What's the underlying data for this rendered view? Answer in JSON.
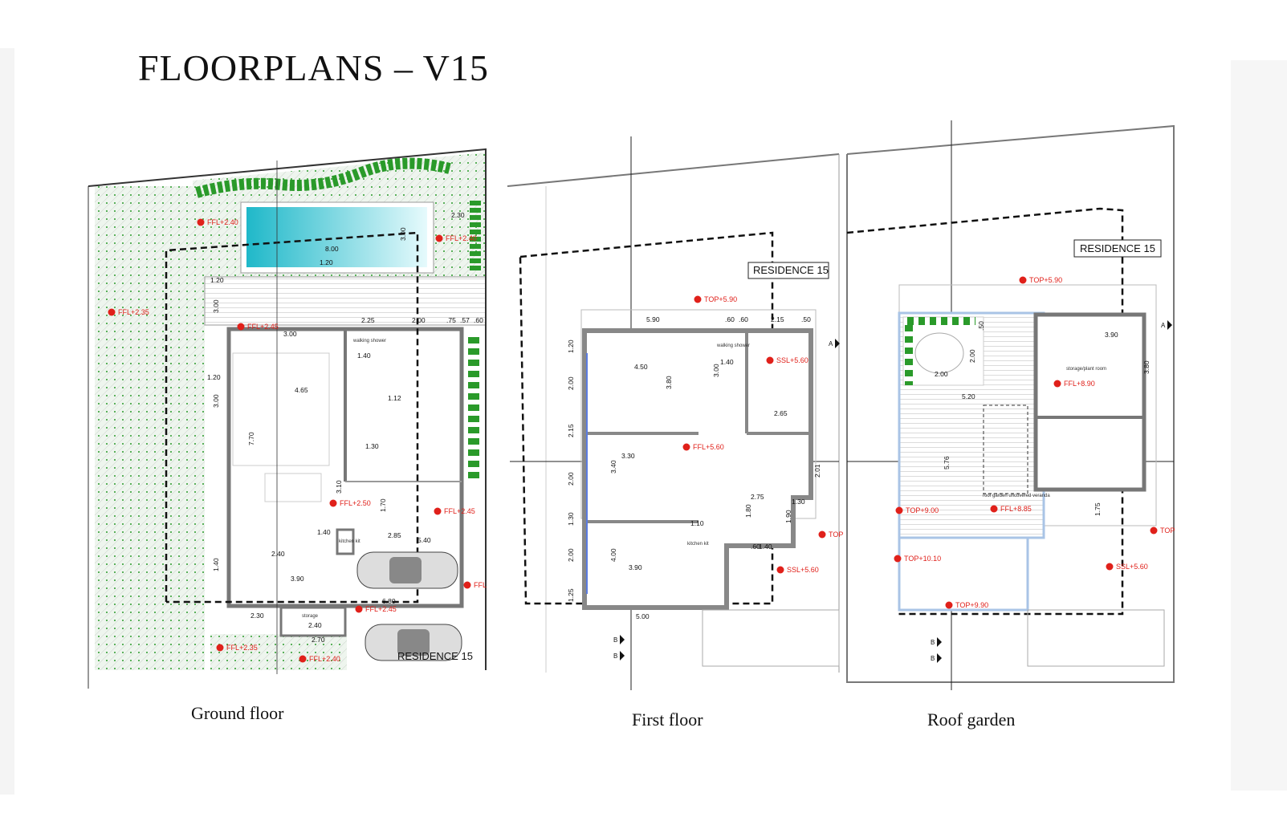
{
  "title": "FLOORPLANS – V15",
  "captions": {
    "ground": "Ground floor",
    "first": "First floor",
    "roof": "Roof garden"
  },
  "colors": {
    "pool": "#1fb8c9",
    "level_marker": "#e0201a",
    "planting": "#2a9a2a",
    "wall": "#999999",
    "glazing": "#5a7be0"
  },
  "ground_floor": {
    "levels": [
      "FFL+2.40",
      "FFL+2.40",
      "FFL+2.35",
      "FFL+2.45",
      "FFL+2.50",
      "FFL+2.45",
      "FFL+2.45",
      "FFL+2.35",
      "FFL+2.40",
      "FFL"
    ],
    "dims": [
      "8.00",
      "1.20",
      "2.30",
      "3.00",
      "1.20",
      "3.00",
      "2.25",
      "2.00",
      ".75",
      ".57",
      ".60",
      "4.65",
      "1.12",
      "3.90",
      "2.40",
      "2.30",
      "2.70",
      "6.80",
      "1.40",
      "2.85",
      "2.40",
      "1.30",
      "1.40",
      "3.00",
      "7.70",
      "3.10",
      "1.70",
      "5.40",
      "1.20",
      "3.00",
      "1.40"
    ],
    "rooms": [
      "walking shower",
      "kitchen kit",
      "storage"
    ],
    "residence_label": "RESIDENCE 15"
  },
  "first_floor": {
    "levels": [
      "TOP+5.90",
      "SSL+5.60",
      "FFL+5.60",
      "SSL+5.60",
      "TOP"
    ],
    "dims": [
      "5.90",
      ".60",
      ".60",
      "2.15",
      ".50",
      "4.50",
      "3.80",
      "1.40",
      "3.00",
      "3.30",
      "3.40",
      "4.00",
      "3.90",
      "5.00",
      "2.65",
      "2.75",
      "1.10",
      "1.40",
      ".60",
      "1.30",
      "1.80",
      "1.90",
      "2.01",
      "1.20",
      "2.00",
      "2.15",
      "2.00",
      "1.30",
      "2.00",
      "1.25"
    ],
    "rooms": [
      "walking shower",
      "kitchen kit"
    ],
    "residence_label": "RESIDENCE 15"
  },
  "roof_garden": {
    "levels": [
      "TOP+5.90",
      "FFL+8.90",
      "TOP+9.00",
      "FFL+8.85",
      "TOP+10.10",
      "SSL+5.60",
      "TOP+9.90",
      "TOP"
    ],
    "dims": [
      "3.90",
      "5.20",
      "2.00",
      "2.00",
      "5.76",
      "1.75",
      "3.80",
      ".50"
    ],
    "rooms": [
      "storage/plant room",
      "roof garden uncovered veranda"
    ],
    "residence_label": "RESIDENCE 15"
  },
  "section_markers": [
    "A",
    "B",
    "B",
    "A",
    "B",
    "B"
  ]
}
